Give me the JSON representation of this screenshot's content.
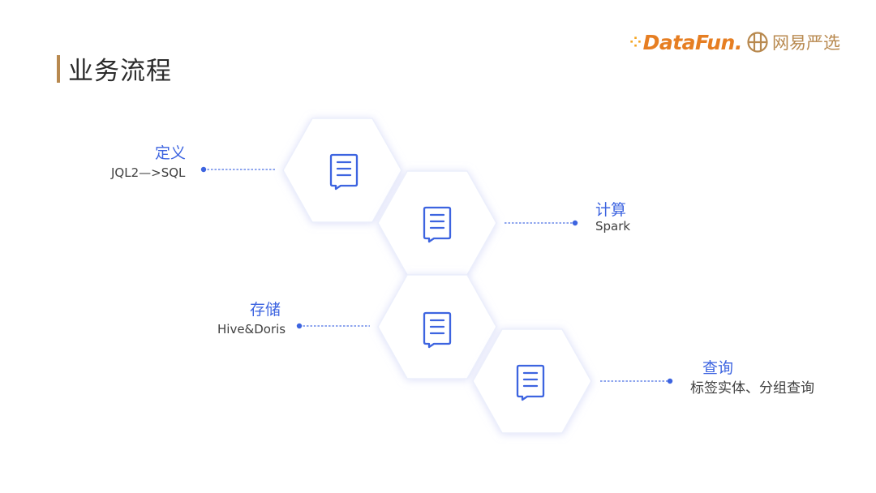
{
  "page": {
    "title": "业务流程"
  },
  "logos": {
    "datafun": "DataFun.",
    "yanxuan": "网易严选"
  },
  "colors": {
    "accent_bar": "#b8894f",
    "step_title": "#3d64e0",
    "connector": "#4a6fe3",
    "icon": "#3d64e0"
  },
  "steps": [
    {
      "title": "定义",
      "desc": "JQL2—>SQL",
      "icon": "document-list-icon"
    },
    {
      "title": "计算",
      "desc": "Spark",
      "icon": "document-list-icon"
    },
    {
      "title": "存储",
      "desc": "Hive&Doris",
      "icon": "document-list-icon"
    },
    {
      "title": "查询",
      "desc": "标签实体、分组查询",
      "icon": "document-list-icon"
    }
  ]
}
